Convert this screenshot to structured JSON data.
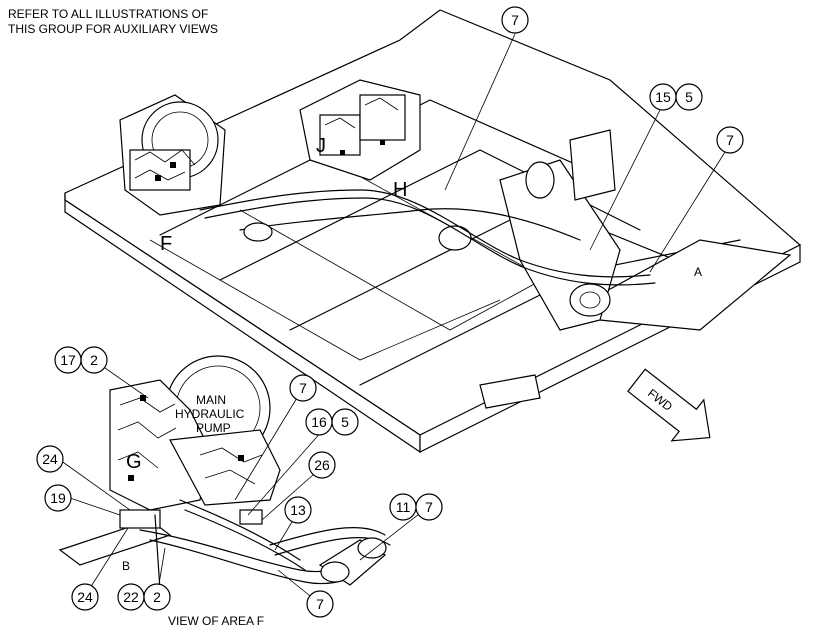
{
  "note": {
    "line1": "REFER TO ALL ILLUSTRATIONS OF",
    "line2": "THIS GROUP FOR AUXILIARY VIEWS"
  },
  "area_labels": {
    "F": "F",
    "J": "J",
    "H": "H",
    "G": "G",
    "A": "A",
    "B": "B"
  },
  "pump_label": {
    "line1": "MAIN",
    "line2": "HYDRAULIC",
    "line3": "PUMP"
  },
  "view_caption": "VIEW OF AREA F",
  "fwd_label": "FWD",
  "callouts": [
    {
      "name": "callout-7-top",
      "num": "7"
    },
    {
      "name": "callout-15",
      "num": "15"
    },
    {
      "name": "callout-5-top",
      "num": "5"
    },
    {
      "name": "callout-7-right",
      "num": "7"
    },
    {
      "name": "callout-17",
      "num": "17"
    },
    {
      "name": "callout-2-upper",
      "num": "2"
    },
    {
      "name": "callout-7-mid",
      "num": "7"
    },
    {
      "name": "callout-16",
      "num": "16"
    },
    {
      "name": "callout-5-mid",
      "num": "5"
    },
    {
      "name": "callout-24-upper",
      "num": "24"
    },
    {
      "name": "callout-26",
      "num": "26"
    },
    {
      "name": "callout-19",
      "num": "19"
    },
    {
      "name": "callout-13",
      "num": "13"
    },
    {
      "name": "callout-11",
      "num": "11"
    },
    {
      "name": "callout-7-lower-right",
      "num": "7"
    },
    {
      "name": "callout-24-lower",
      "num": "24"
    },
    {
      "name": "callout-22",
      "num": "22"
    },
    {
      "name": "callout-2-lower",
      "num": "2"
    },
    {
      "name": "callout-7-bottom",
      "num": "7"
    }
  ]
}
